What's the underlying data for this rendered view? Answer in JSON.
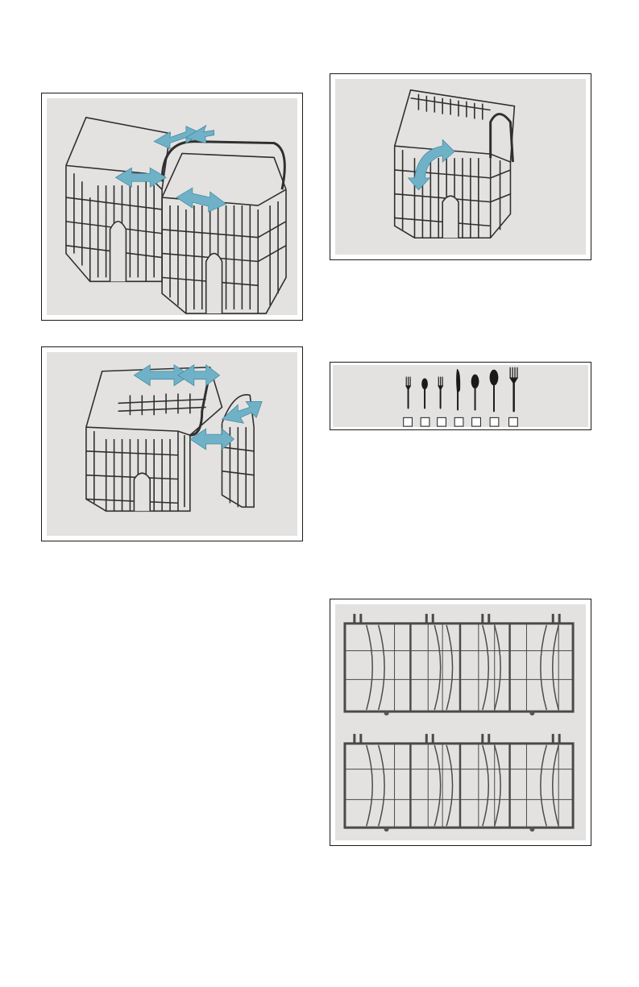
{
  "colors": {
    "panel_background": "#e3e2e0",
    "frame_border": "#1a1a1a",
    "basket_stroke": "#2f2f2f",
    "arrow_blue": "#6fb2c8"
  },
  "figures": [
    {
      "id": "cutlery-basket-split",
      "icon": "two-part-cutlery-basket-with-arrows"
    },
    {
      "id": "cutlery-basket-handle-fold",
      "icon": "cutlery-basket-with-curved-arrow"
    },
    {
      "id": "cutlery-basket-side-insert",
      "icon": "cutlery-basket-with-side-module-arrows"
    },
    {
      "id": "cutlery-symbols-strip",
      "icon": "cutlery-symbols-with-checkboxes",
      "items": [
        "fork",
        "spoon",
        "fork",
        "knife",
        "spoon",
        "spoon",
        "fork"
      ]
    },
    {
      "id": "basket-grid-top-view",
      "icon": "basket-insert-grid-top-view"
    }
  ]
}
